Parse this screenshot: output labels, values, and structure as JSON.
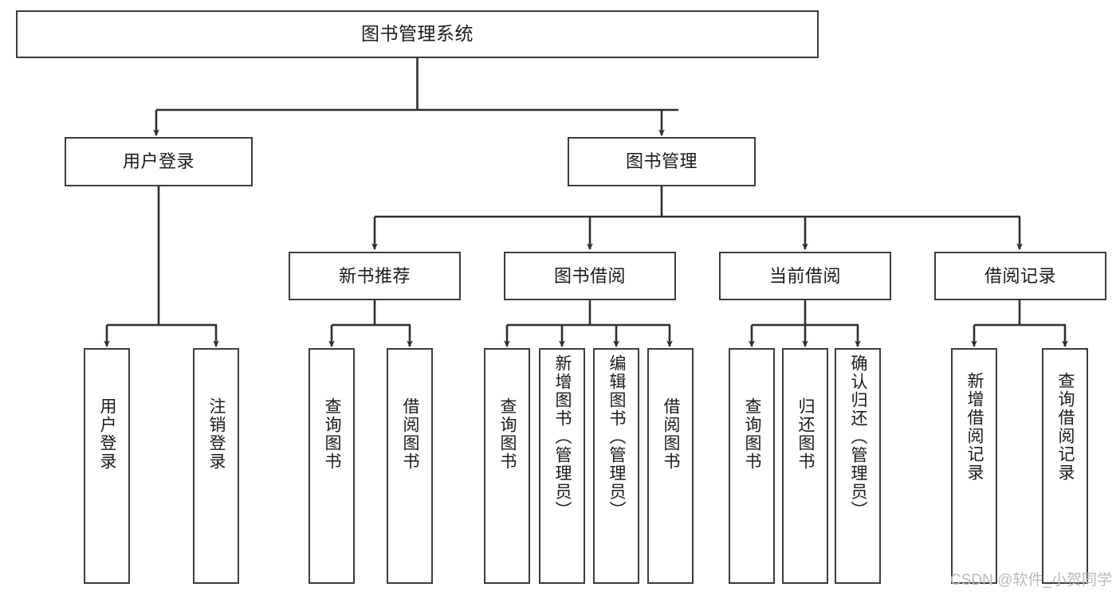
{
  "diagram": {
    "title": "图书管理系统",
    "type": "hierarchy-tree",
    "watermark": "CSDN @软件_小贺同学",
    "colors": {
      "box_border": "#3c3c3c",
      "box_fill": "#ffffff",
      "edge": "#2e2e2e",
      "text": "#1a1a1a",
      "watermark": "#b9b9b9"
    },
    "levels": [
      {
        "level": 1,
        "nodes": [
          {
            "id": "root",
            "label": "图书管理系统",
            "orientation": "horizontal"
          }
        ]
      },
      {
        "level": 2,
        "nodes": [
          {
            "id": "user-login",
            "label": "用户登录",
            "orientation": "horizontal",
            "parent": "root"
          },
          {
            "id": "book-manage",
            "label": "图书管理",
            "orientation": "horizontal",
            "parent": "root"
          }
        ]
      },
      {
        "level": 3,
        "nodes": [
          {
            "id": "new-book-rec",
            "label": "新书推荐",
            "orientation": "horizontal",
            "parent": "book-manage"
          },
          {
            "id": "book-borrow",
            "label": "图书借阅",
            "orientation": "horizontal",
            "parent": "book-manage"
          },
          {
            "id": "current-borrow",
            "label": "当前借阅",
            "orientation": "horizontal",
            "parent": "book-manage"
          },
          {
            "id": "borrow-record",
            "label": "借阅记录",
            "orientation": "horizontal",
            "parent": "book-manage"
          }
        ]
      },
      {
        "level": 4,
        "nodes": [
          {
            "id": "leaf-user-login",
            "label": "用户登录",
            "orientation": "vertical",
            "parent": "user-login"
          },
          {
            "id": "leaf-logout",
            "label": "注销登录",
            "orientation": "vertical",
            "parent": "user-login"
          },
          {
            "id": "leaf-query-book-1",
            "label": "查询图书",
            "orientation": "vertical",
            "parent": "new-book-rec"
          },
          {
            "id": "leaf-borrow-book-1",
            "label": "借阅图书",
            "orientation": "vertical",
            "parent": "new-book-rec"
          },
          {
            "id": "leaf-query-book-2",
            "label": "查询图书",
            "orientation": "vertical",
            "parent": "book-borrow"
          },
          {
            "id": "leaf-add-book",
            "label": "新增图书（管理员）",
            "orientation": "vertical",
            "parent": "book-borrow"
          },
          {
            "id": "leaf-edit-book",
            "label": "编辑图书（管理员）",
            "orientation": "vertical",
            "parent": "book-borrow"
          },
          {
            "id": "leaf-borrow-book-2",
            "label": "借阅图书",
            "orientation": "vertical",
            "parent": "book-borrow"
          },
          {
            "id": "leaf-query-book-3",
            "label": "查询图书",
            "orientation": "vertical",
            "parent": "current-borrow"
          },
          {
            "id": "leaf-return-book",
            "label": "归还图书",
            "orientation": "vertical",
            "parent": "current-borrow"
          },
          {
            "id": "leaf-confirm-return",
            "label": "确认归还（管理员）",
            "orientation": "vertical",
            "parent": "current-borrow"
          },
          {
            "id": "leaf-add-record",
            "label": "新增借阅记录",
            "orientation": "vertical",
            "parent": "borrow-record"
          },
          {
            "id": "leaf-query-record",
            "label": "查询借阅记录",
            "orientation": "vertical",
            "parent": "borrow-record"
          }
        ]
      }
    ]
  }
}
